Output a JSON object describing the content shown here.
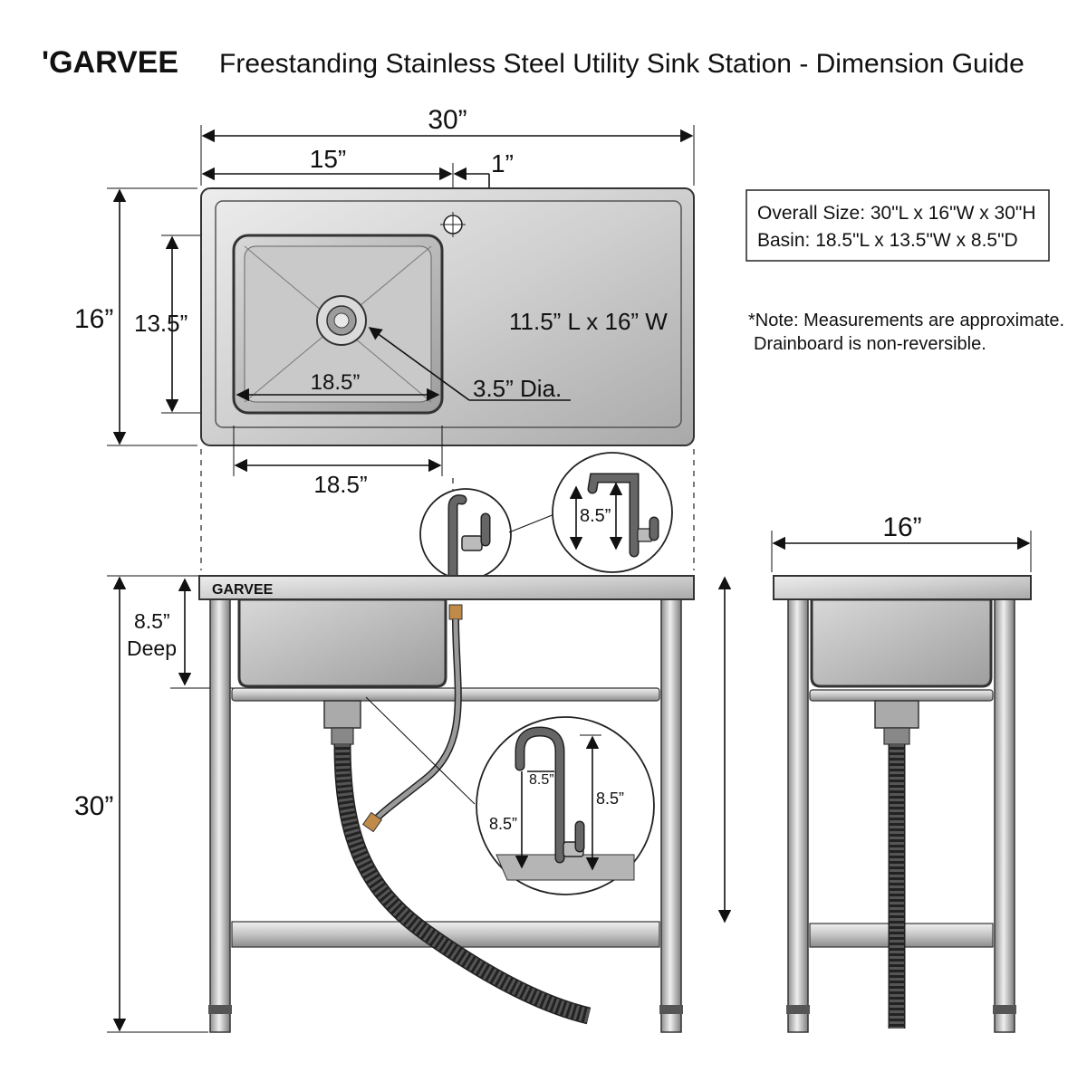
{
  "title": {
    "brand": "'GARVEE",
    "text": "Freestanding Stainless Steel Utility Sink Station - Dimension Guide"
  },
  "top_view": {
    "overall_length": "30”",
    "basin_offset": "15”",
    "faucet_gap": "1”",
    "overall_width": "16”",
    "basin_width": "13.5”",
    "basin_inner_length": "18.5”",
    "basin_outer_length": "18.5”",
    "drain_diameter": "3.5” Dia.",
    "drainboard": "11.5” L x 16” W"
  },
  "specs": {
    "overall": "Overall Size: 30\"L x 16\"W x 30\"H",
    "basin": "Basin: 18.5\"L x 13.5\"W x 8.5\"D"
  },
  "note": {
    "line1": "*Note: Measurements are approximate.",
    "line2": "Drainboard is non-reversible."
  },
  "front_view": {
    "brand_label": "GARVEE",
    "depth_value": "8.5”",
    "depth_word": "Deep",
    "height": "30”",
    "faucet_height": "8.5”",
    "faucet_detail": {
      "spout_reach": "8.5”",
      "total_height": "8.5”",
      "spout_height": "8.5”"
    }
  },
  "side_view": {
    "width": "16”"
  },
  "colors": {
    "steel_light": "#e4e4e4",
    "steel_mid": "#b8b8b8",
    "steel_dark": "#8a8a8a",
    "line": "#111111",
    "brass": "#c08a4a"
  }
}
